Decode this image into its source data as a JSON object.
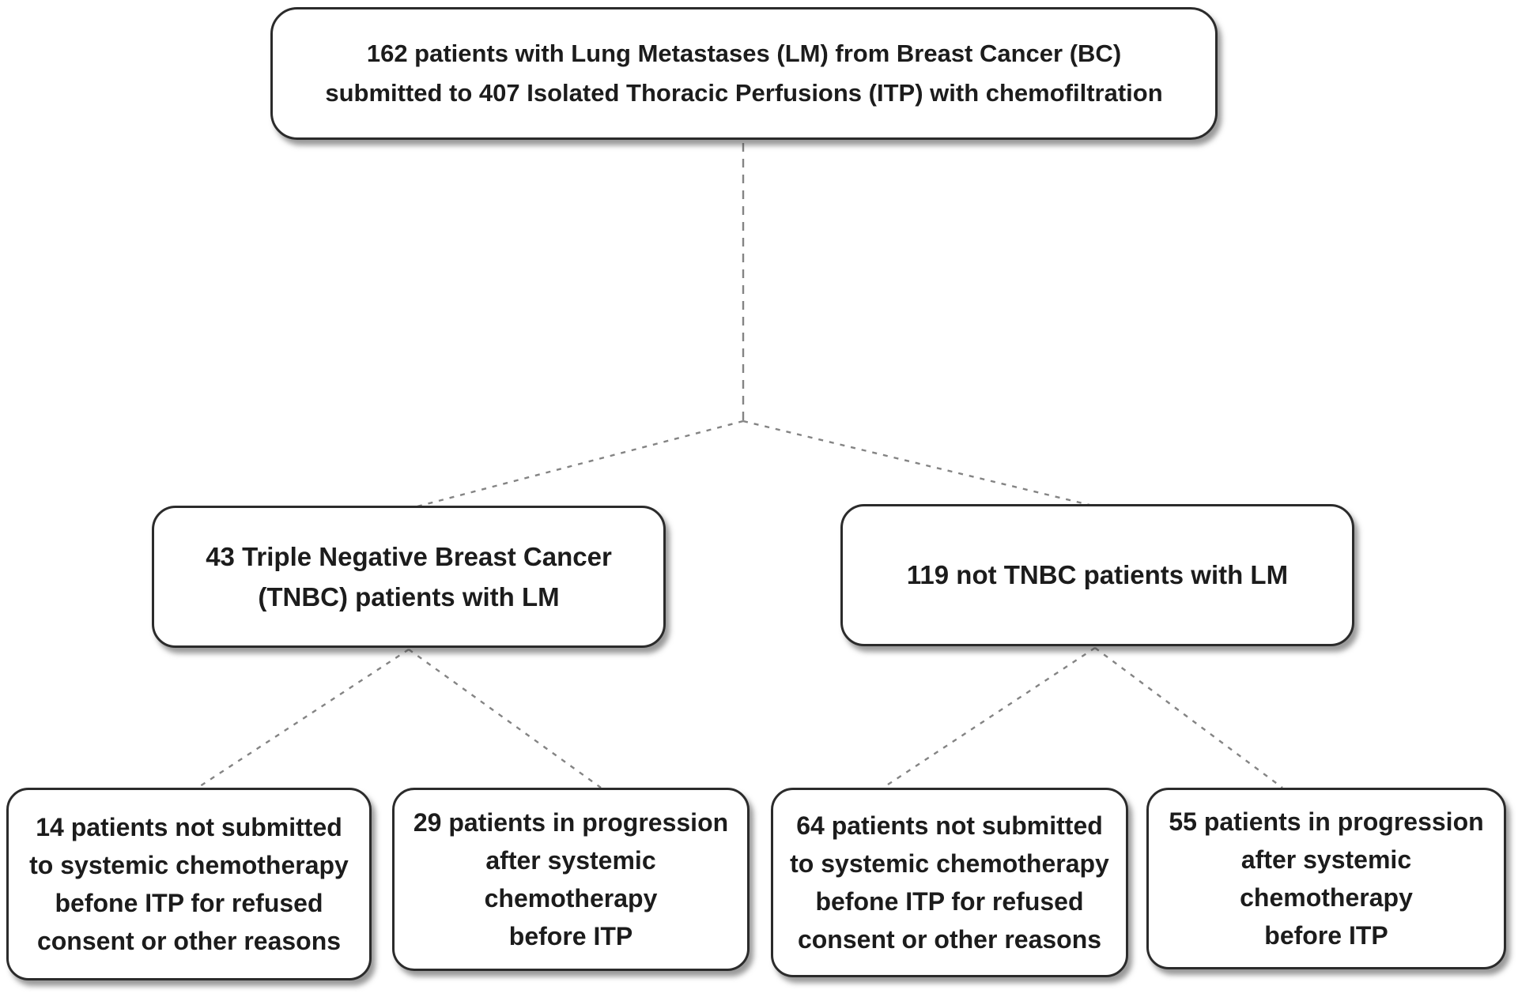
{
  "diagram": {
    "title": "Patient flow diagram: breast cancer lung metastases treated with isolated thoracic perfusion",
    "type": "flowchart",
    "style": {
      "box_fill": "#ffffff",
      "box_border": "#2b2b2b",
      "text_color": "#1c1c1c",
      "connector_color": "#848484",
      "connector_style": "dashed"
    },
    "nodes": {
      "root": {
        "lines": [
          "162 patients with Lung Metastases (LM) from Breast Cancer (BC)",
          "submitted to 407 Isolated Thoracic Perfusions (ITP) with chemofiltration"
        ]
      },
      "tnbc": {
        "lines": [
          "43 Triple Negative Breast Cancer",
          "(TNBC) patients with LM"
        ]
      },
      "not_tnbc": {
        "lines": [
          "119 not TNBC patients with LM"
        ]
      },
      "tnbc_not_submitted": {
        "lines": [
          "14 patients not submitted",
          "to systemic chemotherapy",
          "befone ITP for refused",
          "consent or other reasons"
        ]
      },
      "tnbc_progression": {
        "lines": [
          "29 patients in progression",
          "after systemic",
          "chemotherapy",
          "before ITP"
        ]
      },
      "not_tnbc_not_submitted": {
        "lines": [
          "64 patients not submitted",
          "to systemic chemotherapy",
          "befone ITP for refused",
          "consent or other reasons"
        ]
      },
      "not_tnbc_progression": {
        "lines": [
          "55 patients in progression",
          "after systemic",
          "chemotherapy",
          "before ITP"
        ]
      }
    },
    "edges": [
      {
        "from": "root",
        "to": "tnbc"
      },
      {
        "from": "root",
        "to": "not_tnbc"
      },
      {
        "from": "tnbc",
        "to": "tnbc_not_submitted"
      },
      {
        "from": "tnbc",
        "to": "tnbc_progression"
      },
      {
        "from": "not_tnbc",
        "to": "not_tnbc_not_submitted"
      },
      {
        "from": "not_tnbc",
        "to": "not_tnbc_progression"
      }
    ]
  }
}
